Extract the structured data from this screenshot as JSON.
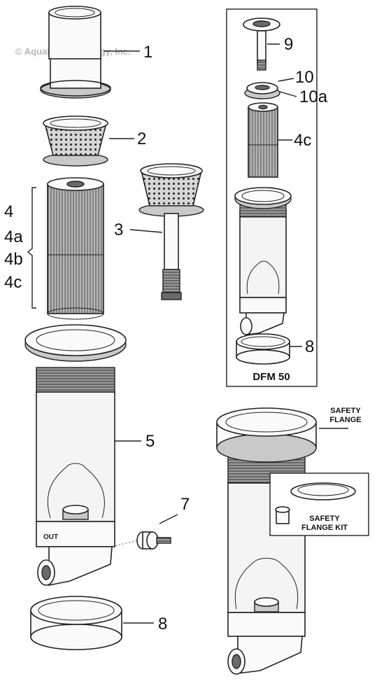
{
  "copyright": "© Aquatic Technology, Inc.",
  "callouts": {
    "c1": "1",
    "c2": "2",
    "c3": "3",
    "c4": "4",
    "c4a": "4a",
    "c4b": "4b",
    "c4c": "4c",
    "c5": "5",
    "c7": "7",
    "c8": "8",
    "c9": "9",
    "c10": "10",
    "c10a": "10a",
    "c4c_inset": "4c",
    "c8_inset": "8"
  },
  "inset_model": "DFM 50",
  "safety_flange_label": [
    "SAFETY",
    "FLANGE"
  ],
  "safety_flange_kit_label": [
    "SAFETY",
    "FLANGE KIT"
  ],
  "housing_mark": "OUT"
}
